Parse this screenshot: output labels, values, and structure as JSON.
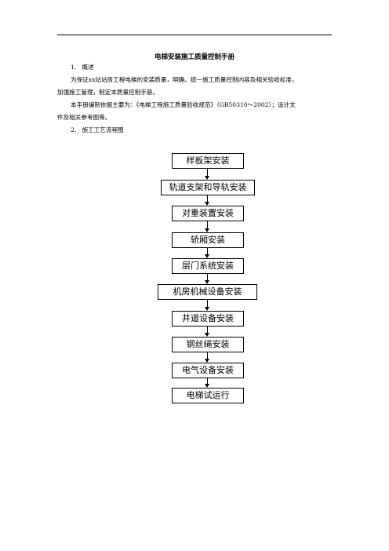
{
  "document": {
    "title": "电梯安装施工质量控制手册",
    "section1_heading": "1.   概述",
    "section1_para1_line1": "为保证xx站站房工程电梯的安装质量，明确、统一施工质量控制内容及相关验收标准，",
    "section1_para1_line2": "加强施工管理，制定本质量控制手册。",
    "section1_para2_line1": "本手册编制依据主要为：《电梯工程施工质量验收规范》（GB50310～2002）；设计文",
    "section1_para2_line2": "件及相关参考图等。",
    "section2_heading": "2.   施工工艺流程图"
  },
  "flowchart": {
    "steps": [
      "样板架安装",
      "轨道支架和导轨安装",
      "对重装置安装",
      "轿厢安装",
      "层门系统安装",
      "机房机械设备安装",
      "井道设备安装",
      "钢丝绳安装",
      "电气设备安装",
      "电梯试运行"
    ]
  }
}
